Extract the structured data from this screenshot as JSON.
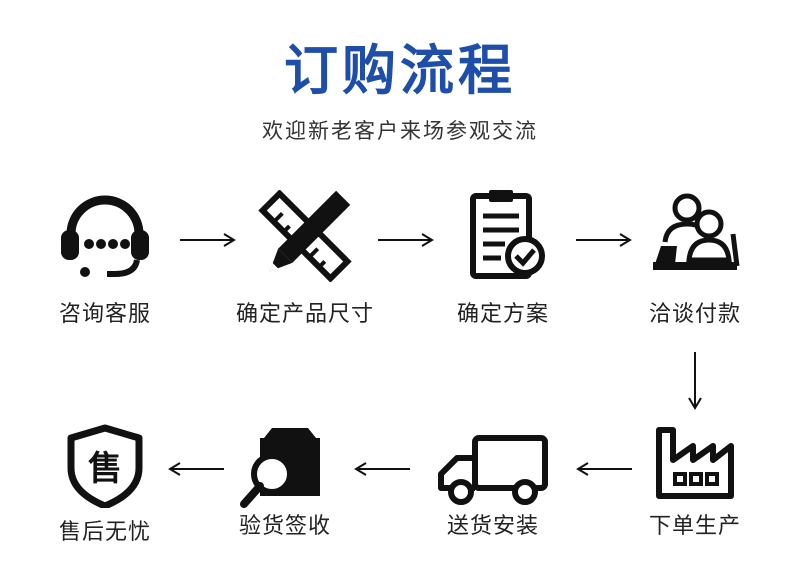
{
  "header": {
    "title": "订购流程",
    "subtitle": "欢迎新老客户来场参观交流"
  },
  "icon_text": {
    "sold": "售"
  },
  "steps": [
    {
      "label": "咨询客服",
      "icon": "headset-icon"
    },
    {
      "label": "确定产品尺寸",
      "icon": "ruler-pencil-icon"
    },
    {
      "label": "确定方案",
      "icon": "checklist-icon"
    },
    {
      "label": "洽谈付款",
      "icon": "meeting-icon"
    },
    {
      "label": "下单生产",
      "icon": "factory-icon"
    },
    {
      "label": "送货安装",
      "icon": "delivery-truck-icon"
    },
    {
      "label": "验货签收",
      "icon": "inspect-box-icon"
    },
    {
      "label": "售后无忧",
      "icon": "after-sales-shield-icon"
    }
  ],
  "colors": {
    "title": "#1f4ea8",
    "icon": "#111111",
    "text": "#222222"
  }
}
